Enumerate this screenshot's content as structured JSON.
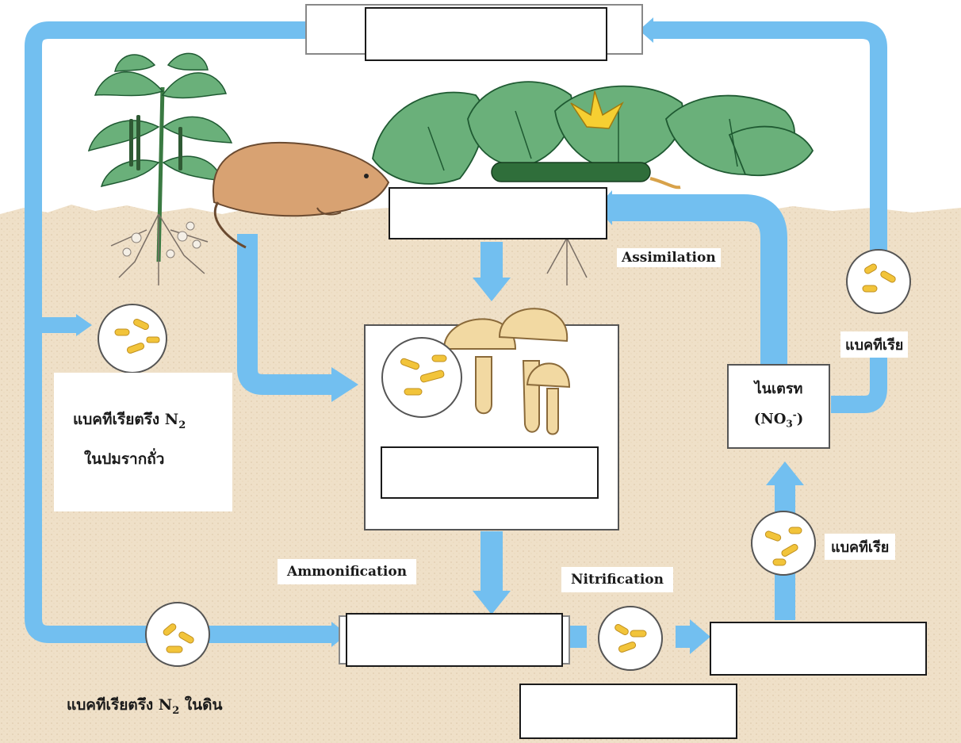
{
  "diagram": {
    "colors": {
      "sky": "#ffffff",
      "soil": "#efe0c8",
      "arrow": "#72bff0",
      "leaf": "#6ab07a",
      "leaf_dark": "#1f5a32",
      "mole": "#d8a272",
      "mushroom": "#f2d9a2",
      "bacteria": "#f2c43a",
      "flower": "#f6cf32"
    },
    "icons": {
      "legume": "legume-plant-icon",
      "squash": "squash-plant-icon",
      "mole": "mole-icon",
      "mushroom": "mushroom-icon",
      "bacteria": "bacteria-icon"
    },
    "labels": {
      "assimilation": "Assimilation",
      "ammonification": "Ammonification",
      "nitrification": "Nitrification",
      "bacteria_root_line1": "แบคทีเรียตรึง N",
      "bacteria_root_sub": "2",
      "bacteria_root_line2": "ในปมรากถั่ว",
      "bacteria_soil_text": "แบคทีเรียตรึง N",
      "bacteria_soil_sub": "2",
      "bacteria_soil_tail": " ในดิน",
      "bacteria_right": "แบคทีเรีย",
      "bacteria_mid": "แบคทีเรีย",
      "nitrate_thai": "ไนเตรท",
      "nitrate_formula": "(NO",
      "nitrate_sub": "3",
      "nitrate_sup": "-",
      "nitrate_close": ")"
    },
    "blank_boxes": [
      "top",
      "plant",
      "decomposer",
      "ammonium",
      "nitrite",
      "bottom"
    ]
  }
}
